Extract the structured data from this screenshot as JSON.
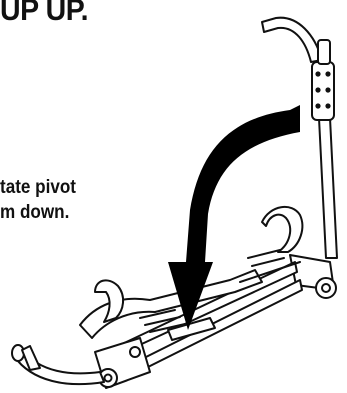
{
  "heading": "UP UP.",
  "instruction": {
    "line1": "tate pivot",
    "line2": "m down."
  },
  "icons": [
    "bike-rack-illustration",
    "rotate-down-arrow-icon"
  ],
  "colors": {
    "ink": "#111111",
    "arrow": "#000000",
    "frame": "#ffffff"
  }
}
